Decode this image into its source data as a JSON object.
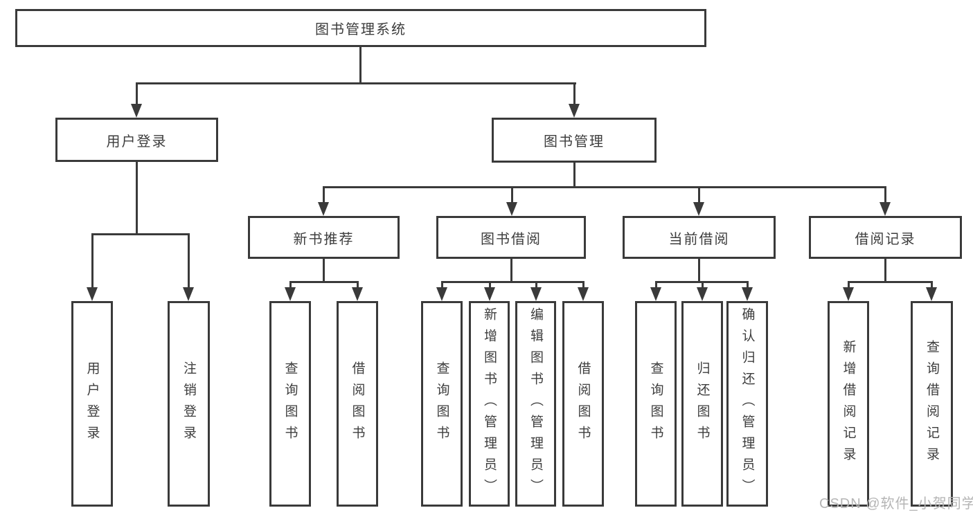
{
  "tree": {
    "root": {
      "label": "图书管理系统",
      "children": [
        {
          "label": "用户登录",
          "children": [
            {
              "label": "用户登录"
            },
            {
              "label": "注销登录"
            }
          ]
        },
        {
          "label": "图书管理",
          "children": [
            {
              "label": "新书推荐",
              "children": [
                {
                  "label": "查询图书"
                },
                {
                  "label": "借阅图书"
                }
              ]
            },
            {
              "label": "图书借阅",
              "children": [
                {
                  "label": "查询图书"
                },
                {
                  "label": "新增图书（管理员）"
                },
                {
                  "label": "编辑图书（管理员）"
                },
                {
                  "label": "借阅图书"
                }
              ]
            },
            {
              "label": "当前借阅",
              "children": [
                {
                  "label": "查询图书"
                },
                {
                  "label": "归还图书"
                },
                {
                  "label": "确认归还（管理员）"
                }
              ]
            },
            {
              "label": "借阅记录",
              "children": [
                {
                  "label": "新增借阅记录"
                },
                {
                  "label": "查询借阅记录"
                }
              ]
            }
          ]
        }
      ]
    }
  },
  "watermark": {
    "text": "CSDN @软件_小贺同学"
  },
  "colors": {
    "line": "#3a3a3a",
    "text": "#3d3d3d",
    "background": "#ffffff",
    "watermark": "#b5b5b5"
  }
}
